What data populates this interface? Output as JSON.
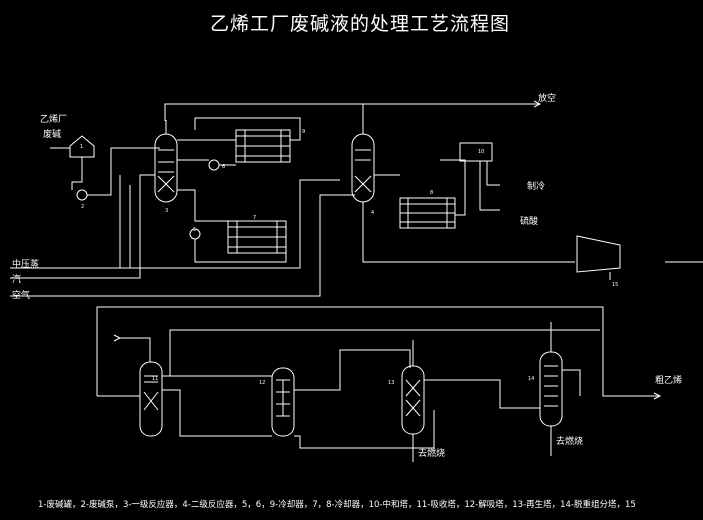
{
  "title": "乙烯工厂废碱液的处理工艺流程图",
  "labels": {
    "vent": "放空",
    "waste_alkali": "乙烯厂",
    "waste_alkali_2": "废碱",
    "mp_steam": "中压蒸",
    "mp_steam_2": "汽",
    "air": "空气",
    "cooling": "制冷",
    "acid": "硫酸",
    "crude_ethylene": "粗乙烯",
    "fuel_oil_1": "去燃烧",
    "fuel_oil_2": "去燃烧",
    "n1": "1",
    "n2": "2",
    "n3": "3",
    "n4": "4",
    "n5": "5",
    "n6": "6",
    "n7": "7",
    "n8": "8",
    "n9": "9",
    "n10": "10",
    "n11": "11",
    "n12": "12",
    "n13": "13",
    "n14": "14",
    "n15": "15"
  },
  "legend": "1-废碱罐，2-废碱泵，3-一级反应器，4-二级反应器，5，6，9-冷却器，7，8-冷却器，10-中和塔，11-吸收塔，12-解吸塔，13-再生塔，14-脱重组分塔，15"
}
